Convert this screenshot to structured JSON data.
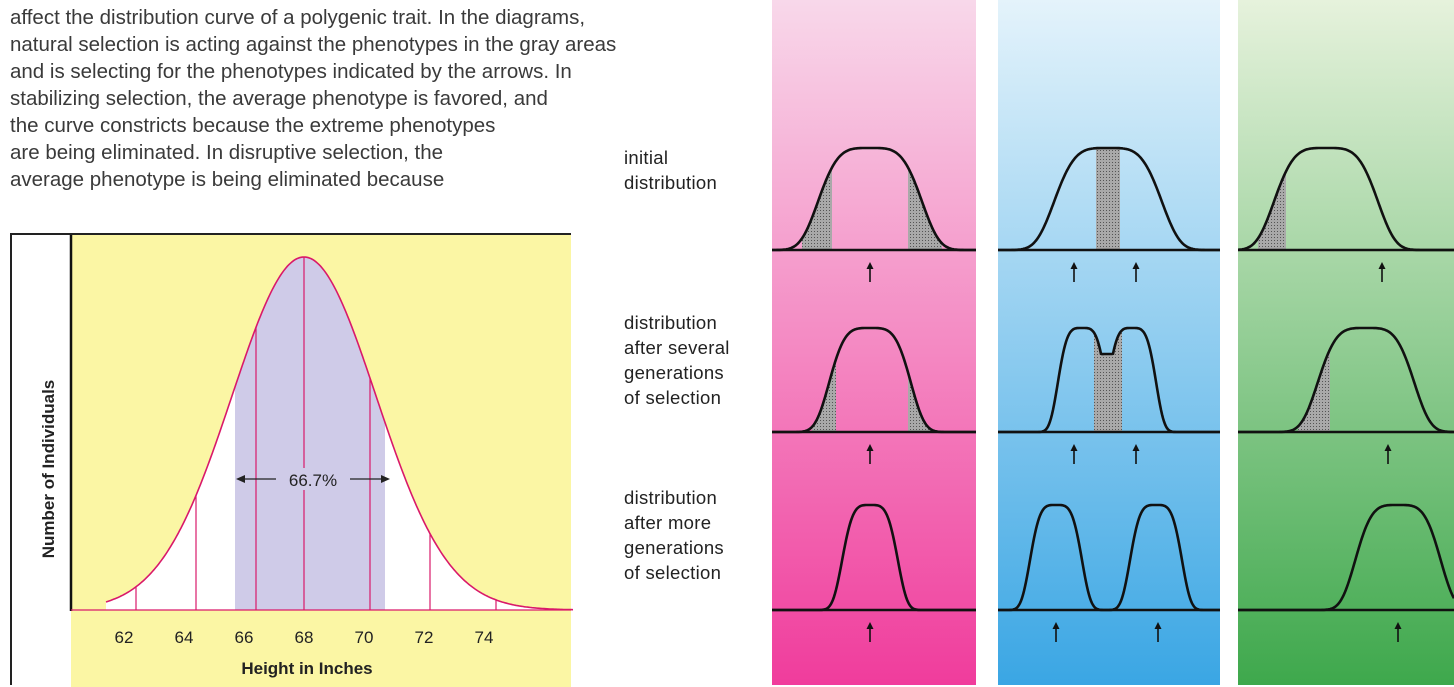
{
  "intro_lines": [
    "affect the distribution curve of a polygenic trait. In the diagrams,",
    "natural selection is acting against the phenotypes in the gray areas",
    "and is selecting for the phenotypes indicated by the arrows. In",
    "stabilizing selection, the average phenotype is favored, and",
    "the curve constricts because the extreme phenotypes",
    "are being eliminated. In disruptive selection, the",
    "average phenotype is being eliminated because"
  ],
  "chart_data": {
    "type": "area",
    "description_free": true,
    "x_ticks": [
      "62",
      "64",
      "66",
      "68",
      "70",
      "72",
      "74"
    ],
    "xlabel": "Height in Inches",
    "ylabel": "Number of Individuals",
    "annotation": "66.7%",
    "mean": 68,
    "shaded_range": [
      65.7,
      70.7
    ]
  },
  "row_labels": [
    [
      "initial",
      "distribution"
    ],
    [
      "distribution",
      "after several",
      "generations",
      "of selection"
    ],
    [
      "distribution",
      "after more",
      "generations",
      "of selection"
    ]
  ],
  "panels": [
    {
      "title": [
        "stabilizing",
        "selection"
      ],
      "colors": {
        "top": "#f8d8ea",
        "bottom": "#f03c9c"
      }
    },
    {
      "title": [
        "disruptive",
        "selection"
      ],
      "colors": {
        "top": "#e4f3fb",
        "bottom": "#3aa6e4"
      }
    },
    {
      "title": [
        "directional",
        "selection"
      ],
      "colors": {
        "top": "#e6f2dc",
        "bottom": "#3ea84c"
      }
    }
  ],
  "colors": {
    "chart_yellow": "#fbf6a4",
    "chart_lavender": "#cfcbe8",
    "curve_pink": "#d9196a"
  }
}
